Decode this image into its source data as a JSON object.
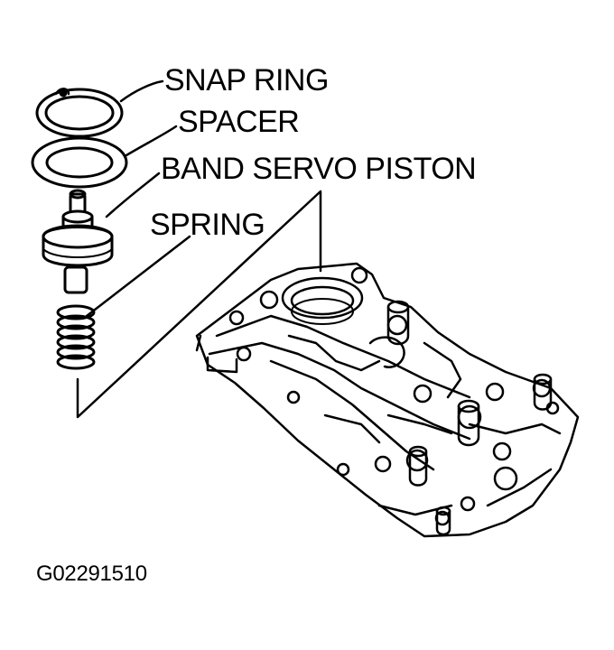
{
  "diagram": {
    "labels": {
      "snap_ring": "SNAP RING",
      "spacer": "SPACER",
      "band_servo_piston": "BAND SERVO PISTON",
      "spring": "SPRING"
    },
    "figure_id": "G02291510"
  },
  "colors": {
    "ink": "#000000",
    "paper": "#ffffff"
  }
}
